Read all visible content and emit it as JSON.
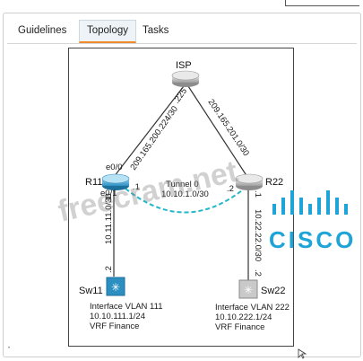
{
  "tabs": [
    {
      "label": "Guidelines",
      "active": false
    },
    {
      "label": "Topology",
      "active": true
    },
    {
      "label": "Tasks",
      "active": false
    }
  ],
  "topology": {
    "nodes": {
      "isp": "ISP",
      "r11": "R11",
      "r22": "R22",
      "sw11": "Sw11",
      "sw22": "Sw22"
    },
    "links": {
      "isp_r11_subnet": "209.165.200.224/30",
      "isp_r11_isp_side": ".225",
      "isp_r22_subnet": "209.165.201.0/30",
      "r11_if_e00": "e0/0",
      "r11_if_e01": "e0/1",
      "r11_tunnel_host": ".1",
      "r22_tunnel_host": ".2",
      "tunnel_name": "Tunnel 0",
      "tunnel_subnet": "10.10.1.0/30",
      "r11_sw11_subnet": "10.11.11.0/30",
      "r11_sw11_r11_side": ".1",
      "r11_sw11_sw_side": ".2",
      "r22_sw22_subnet": "10.22.22.0/30",
      "r22_sw22_r22_side": ".1",
      "r22_sw22_sw_side": ".2"
    },
    "sw11_info": {
      "line1": "Interface VLAN 111",
      "line2": "10.10.111.1/24",
      "line3": "VRF Finance"
    },
    "sw22_info": {
      "line1": "Interface VLAN 222",
      "line2": "10.10.222.1/24",
      "line3": "VRF Finance"
    }
  },
  "watermark": "freecram.net",
  "logo_text": "CISCO",
  "colors": {
    "tab_active_accent": "#f08b2b",
    "tunnel_dash": "#22b8c8",
    "router_blue": "#3fa9d8",
    "cisco_blue": "#1fa4d8"
  }
}
